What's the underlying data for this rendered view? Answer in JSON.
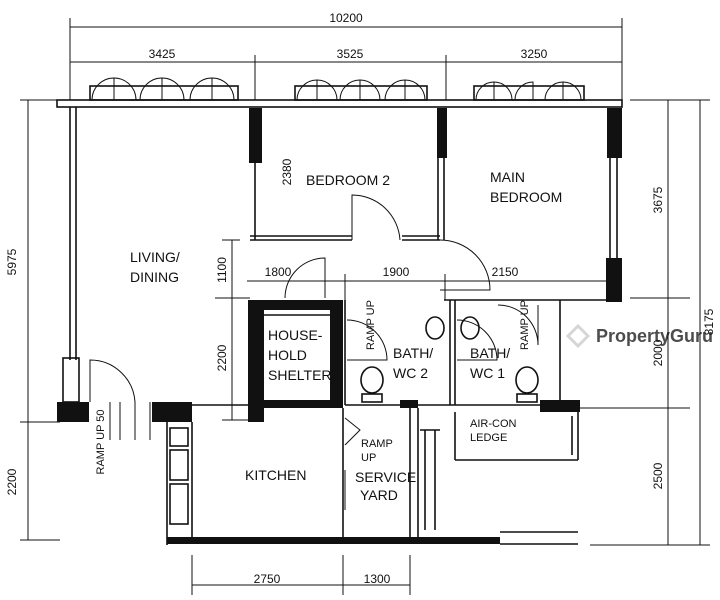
{
  "dimensions": {
    "top_total": "10200",
    "top_left": "3425",
    "top_mid": "3525",
    "top_right": "3250",
    "left_upper": "5975",
    "left_lower": "2200",
    "right_upper": "3675",
    "right_mid": "2000",
    "right_lower": "2500",
    "right_total": "8175",
    "bottom_left": "2750",
    "bottom_right": "1300",
    "inner_2380": "2380",
    "inner_1100": "1100",
    "inner_2200": "2200",
    "inner_1800": "1800",
    "inner_1900": "1900",
    "inner_2150": "2150"
  },
  "rooms": {
    "bedroom2": "BEDROOM  2",
    "main_bedroom_line1": "MAIN",
    "main_bedroom_line2": "BEDROOM",
    "living_line1": "LIVING/",
    "living_line2": "DINING",
    "shelter_line1": "HOUSE-",
    "shelter_line2": "HOLD",
    "shelter_line3": "SHELTER",
    "bath2_line1": "BATH/",
    "bath2_line2": "WC  2",
    "bath1_line1": "BATH/",
    "bath1_line2": "WC  1",
    "aircon_line1": "AIR-CON",
    "aircon_line2": "LEDGE",
    "kitchen": "KITCHEN",
    "service_line1": "SERVICE",
    "service_line2": "YARD"
  },
  "ramps": {
    "ramp_up_1": "RAMP UP",
    "ramp_up_2": "RAMP UP",
    "ramp_up_50": "RAMP UP 50",
    "ramp_up_service_1": "RAMP",
    "ramp_up_service_2": "UP"
  },
  "watermark": {
    "text": "PropertyGuru"
  }
}
